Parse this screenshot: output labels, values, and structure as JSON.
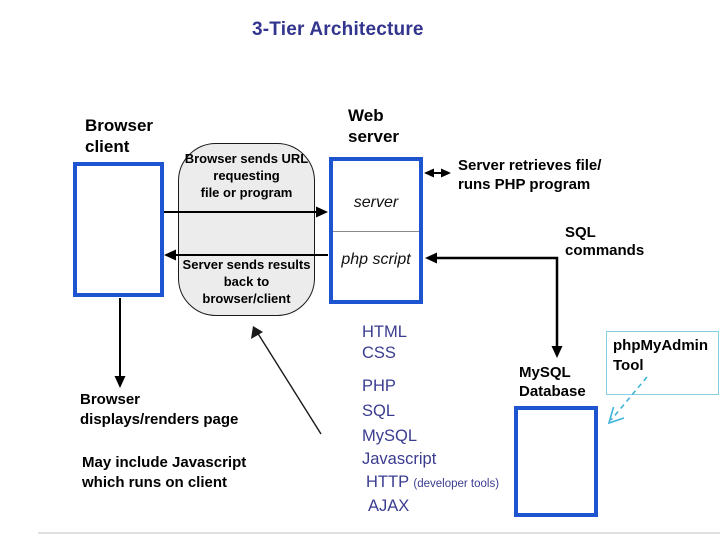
{
  "slide": {
    "title": "3-Tier Architecture"
  },
  "colors": {
    "title_text": "#32348d",
    "tech_list_text": "#3a3c90",
    "blue_box_border": "#1c55cf",
    "process_box_fill": "#ececec",
    "phpmyadmin_border": "#85d0e2",
    "dashed_arrow": "#3fb4d8",
    "arrow_black": "#000000",
    "footer_line": "#d6d6d6"
  },
  "nodes": {
    "browser_client": {
      "label": "Browser\nclient"
    },
    "web_server": {
      "label": "Web\nserver",
      "tier_top": "server",
      "tier_bottom": "php script"
    },
    "mysql": {
      "label": "MySQL\nDatabase"
    },
    "phpmyadmin": {
      "label": "phpMyAdmin\nTool"
    }
  },
  "process": {
    "request": "Browser sends URL\nrequesting\nfile or program",
    "response": "Server sends results\nback to\nbrowser/client"
  },
  "notes": {
    "server_retrieves": "Server retrieves file/\nruns PHP program",
    "sql_commands": "SQL\ncommands",
    "browser_displays": "Browser\ndisplays/renders page",
    "may_include_js": "May include Javascript\nwhich runs on client"
  },
  "tech": {
    "items": [
      "HTML",
      "CSS",
      "PHP",
      "SQL",
      "MySQL",
      "Javascript",
      "HTTP",
      "AJAX"
    ],
    "http_note": "(developer tools)"
  }
}
